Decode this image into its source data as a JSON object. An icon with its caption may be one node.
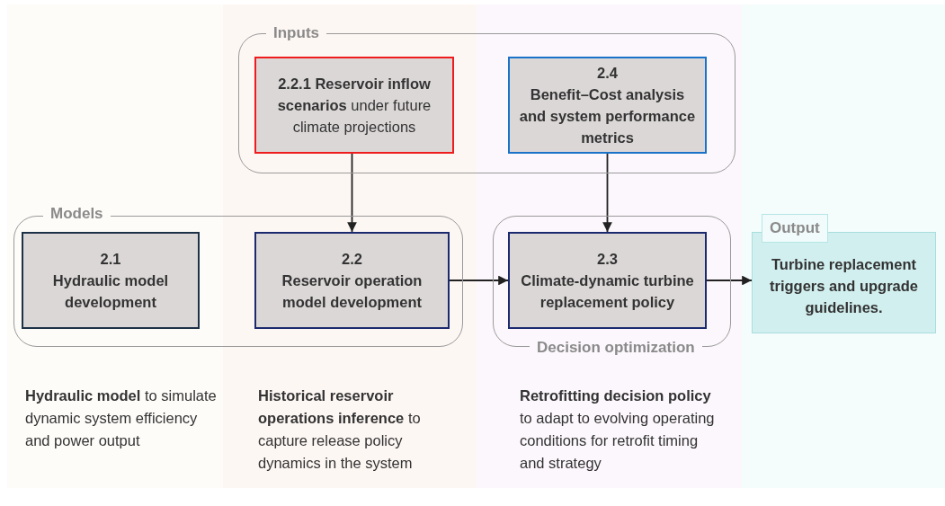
{
  "diagram": {
    "nodes": [
      {
        "text": [
          "Inputs"
        ]
      },
      {
        "text": [
          "**2.2.1 Reservoir inflow scenarios** under future climate projections"
        ],
        "in": 0
      },
      {
        "text": [
          "2.4",
          "Benefit–Cost analysis and system performance metrics"
        ],
        "in": 0
      },
      {
        "text": [
          "Models"
        ]
      },
      {
        "text": [
          "2.1",
          "Hydraulic model development"
        ],
        "in": 3
      },
      {
        "text": [
          "2.2",
          "Reservoir operation model development"
        ],
        "in": 3
      },
      {
        "text": [
          "Decision optimization"
        ]
      },
      {
        "text": [
          "2.3",
          "Climate-dynamic turbine replacement policy"
        ],
        "in": 6
      },
      {
        "text": [
          "Output",
          "Turbine replacement triggers and upgrade guidelines."
        ]
      }
    ],
    "edges": [
      {
        "from": 1,
        "to": 5,
        "arrow": "to"
      },
      {
        "from": 2,
        "to": 7,
        "arrow": "to"
      },
      {
        "from": 5,
        "to": 7,
        "arrow": "to"
      },
      {
        "from": 7,
        "to": 8,
        "arrow": "to"
      }
    ],
    "labels": [
      "**Hydraulic model** to simulate dynamic system efficiency and power output",
      "**Historical reservoir operations  inference** to capture release policy dynamics in the system",
      "**Retrofitting decision policy** to adapt to evolving operating conditions for retrofit timing and strategy"
    ]
  }
}
